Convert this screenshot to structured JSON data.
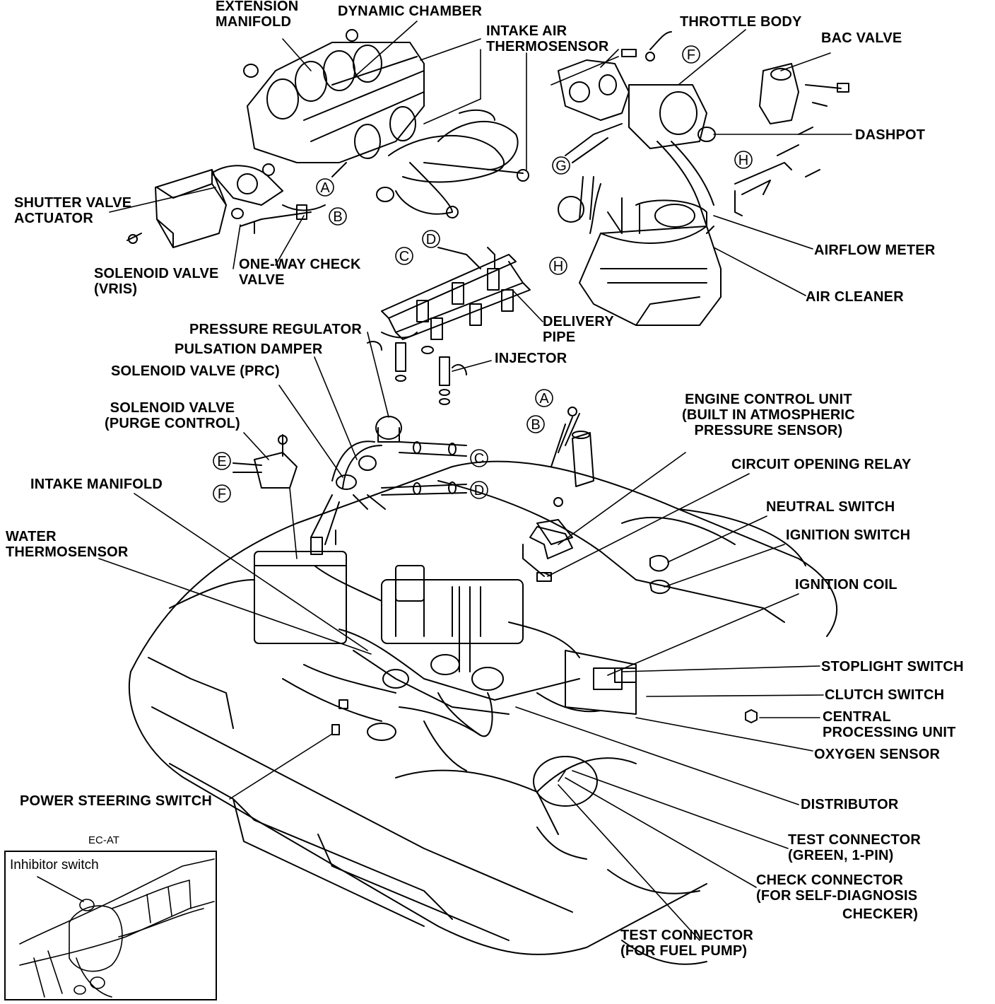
{
  "labels": {
    "extension_manifold": "EXTENSION\nMANIFOLD",
    "dynamic_chamber": "DYNAMIC CHAMBER",
    "intake_air_thermosensor": "INTAKE AIR\nTHERMOSENSOR",
    "throttle_body": "THROTTLE BODY",
    "bac_valve": "BAC VALVE",
    "dashpot": "DASHPOT",
    "shutter_valve_actuator": "SHUTTER VALVE\nACTUATOR",
    "solenoid_valve_vris": "SOLENOID VALVE\n(VRIS)",
    "one_way_check_valve": "ONE-WAY CHECK\nVALVE",
    "airflow_meter": "AIRFLOW METER",
    "air_cleaner": "AIR CLEANER",
    "delivery_pipe": "DELIVERY\nPIPE",
    "pressure_regulator": "PRESSURE REGULATOR",
    "pulsation_damper": "PULSATION DAMPER",
    "solenoid_valve_prc": "SOLENOID VALVE (PRC)",
    "injector": "INJECTOR",
    "solenoid_valve_purge": "SOLENOID VALVE\n(PURGE CONTROL)",
    "engine_control_unit": "ENGINE CONTROL UNIT\n(BUILT IN ATMOSPHERIC\nPRESSURE SENSOR)",
    "circuit_opening_relay": "CIRCUIT OPENING RELAY",
    "intake_manifold": "INTAKE MANIFOLD",
    "neutral_switch": "NEUTRAL SWITCH",
    "ignition_switch": "IGNITION SWITCH",
    "water_thermosensor": "WATER\nTHERMOSENSOR",
    "ignition_coil": "IGNITION COIL",
    "stoplight_switch": "STOPLIGHT SWITCH",
    "clutch_switch": "CLUTCH SWITCH",
    "central_processing_unit": "CENTRAL\nPROCESSING UNIT",
    "oxygen_sensor": "OXYGEN SENSOR",
    "power_steering_switch": "POWER STEERING SWITCH",
    "distributor": "DISTRIBUTOR",
    "test_connector_green": "TEST CONNECTOR\n(GREEN, 1-PIN)",
    "check_connector": "CHECK CONNECTOR\n(FOR SELF-DIAGNOSIS",
    "check_connector_2": "CHECKER)",
    "test_connector_fuel": "TEST CONNECTOR\n(FOR FUEL PUMP)"
  },
  "inset": {
    "title": "EC-AT",
    "label": "Inhibitor switch"
  },
  "letters": {
    "a": "A",
    "b": "B",
    "c": "C",
    "d": "D",
    "e": "E",
    "f": "F",
    "g": "G",
    "h": "H"
  }
}
